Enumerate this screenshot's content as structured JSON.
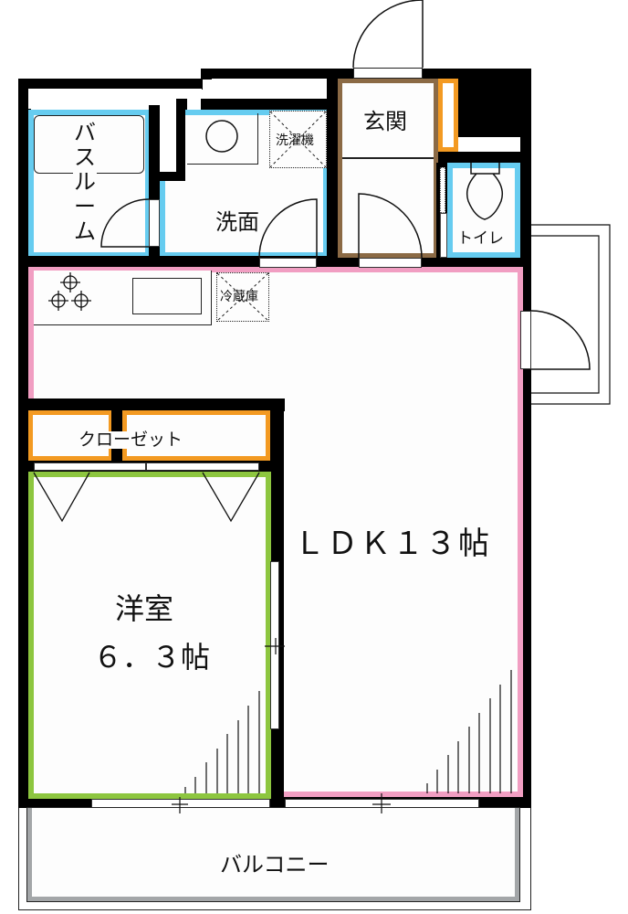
{
  "floorplan": {
    "rooms": {
      "bathroom": {
        "label_chars": [
          "バ",
          "ス",
          "ル",
          "ー",
          "ム"
        ],
        "label": "バスルーム"
      },
      "washroom": {
        "label": "洗面"
      },
      "washing_machine": {
        "label": "洗濯機"
      },
      "entrance": {
        "label": "玄関"
      },
      "toilet": {
        "label": "トイレ"
      },
      "fridge": {
        "label": "冷蔵庫"
      },
      "closet": {
        "label": "クローゼット"
      },
      "ldk": {
        "label": "ＬＤＫ１３帖"
      },
      "western_room": {
        "label_line1": "洋室",
        "label_line2": "６．３帖"
      },
      "balcony": {
        "label": "バルコニー"
      }
    },
    "colors": {
      "wall": "#000000",
      "bath_wash_toilet": "#66ccf0",
      "entrance": "#8b6a45",
      "storage": "#f39a22",
      "ldk": "#f19ec2",
      "western_room": "#8dc63f",
      "balcony_rail": "#a3a6a8",
      "floor": "#fdfdfd"
    }
  }
}
